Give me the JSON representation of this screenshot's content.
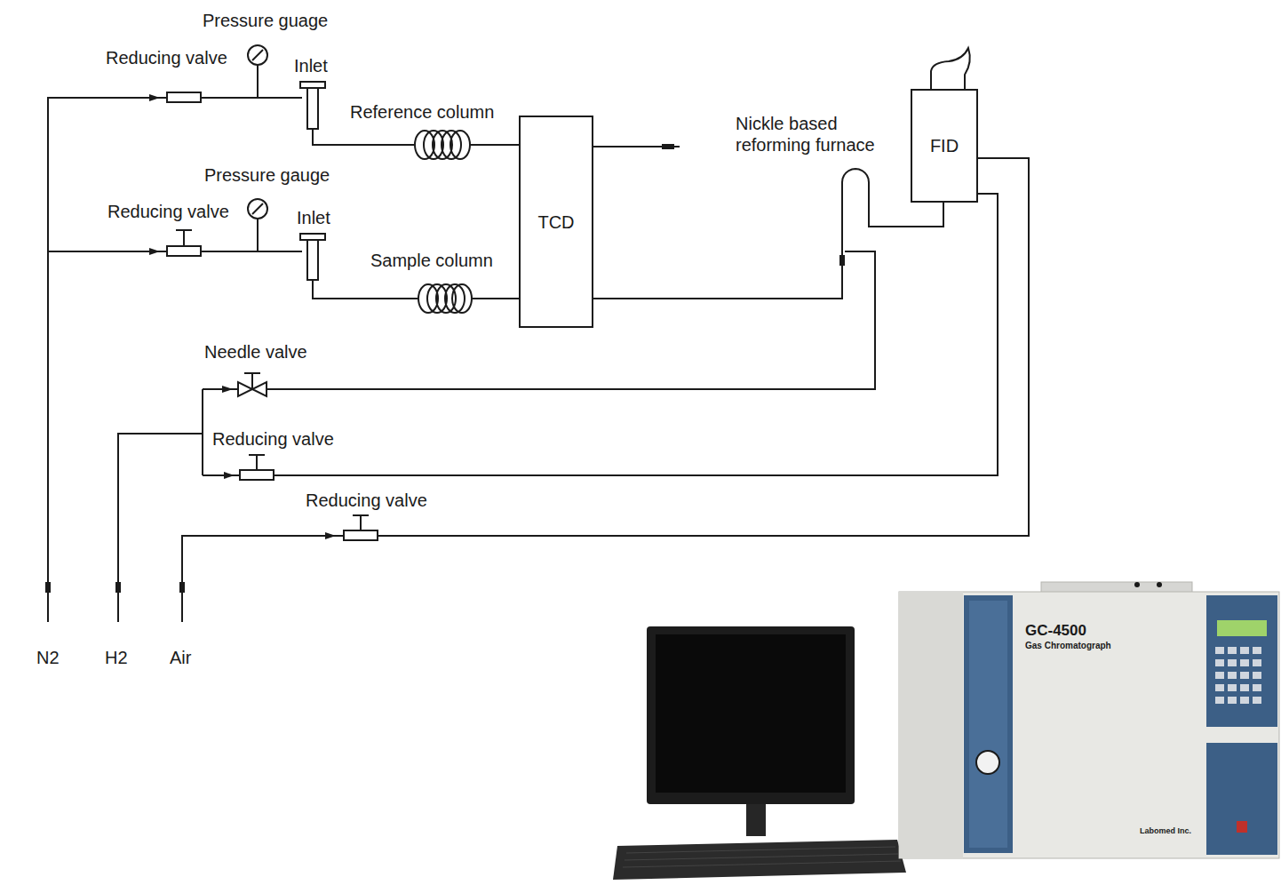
{
  "diagram": {
    "nodes": [
      {
        "text": [
          "TCD"
        ]
      },
      {
        "text": [
          "FID"
        ]
      }
    ],
    "edges": [
      {
        "from": 0,
        "to": 1,
        "arrow": "none"
      }
    ],
    "labels": [
      "Pressure guage",
      "Reducing valve",
      "Inlet",
      "Reference column",
      "Nickle based reforming furnace",
      "Pressure gauge",
      "Reducing valve",
      "Inlet",
      "Sample column",
      "Needle valve",
      "Reducing valve",
      "Reducing valve",
      "N2",
      "H2",
      "Air",
      "GC-4500",
      "Gas Chromatograph",
      "Labomed Inc."
    ]
  }
}
